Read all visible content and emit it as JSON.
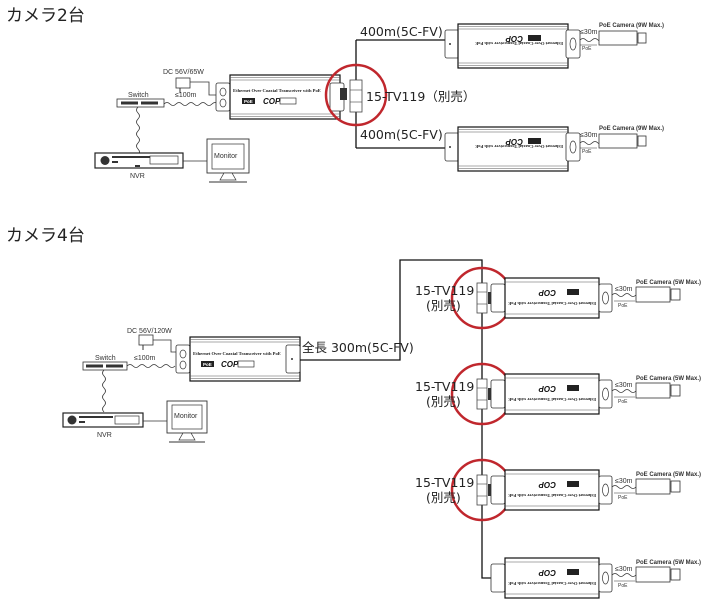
{
  "colors": {
    "highlight": "#c0272d",
    "line": "#111111"
  },
  "section1": {
    "title": "カメラ2台",
    "power": "DC 56V/65W",
    "switch": "Switch",
    "nvr": "NVR",
    "monitor": "Monitor",
    "lan_distance": "≤100m",
    "transceiver_text": "Ethernet Over Coaxial Transceiver with PoE",
    "poe_badge": "PoE",
    "brand": "COP",
    "splitter": "15-TV119（別売）",
    "branches": [
      {
        "cable": "400m(5C-FV)",
        "cam_distance": "≤30m",
        "poe": "PoE",
        "camera": "PoE Camera (9W Max.)"
      },
      {
        "cable": "400m(5C-FV)",
        "cam_distance": "≤30m",
        "poe": "PoE",
        "camera": "PoE Camera (9W Max.)"
      }
    ]
  },
  "section2": {
    "title": "カメラ4台",
    "power": "DC 56V/120W",
    "switch": "Switch",
    "nvr": "NVR",
    "monitor": "Monitor",
    "lan_distance": "≤100m",
    "transceiver_text": "Ethernet Over Coaxial Transceiver with PoE",
    "poe_badge": "PoE",
    "brand": "COP",
    "trunk": "全長 300m(5C-FV)",
    "splitter_model": "15-TV119",
    "splitter_note": "(別売)",
    "branches": [
      {
        "cam_distance": "≤30m",
        "poe": "PoE",
        "camera": "PoE Camera (5W Max.)"
      },
      {
        "cam_distance": "≤30m",
        "poe": "PoE",
        "camera": "PoE Camera (5W Max.)"
      },
      {
        "cam_distance": "≤30m",
        "poe": "PoE",
        "camera": "PoE Camera (5W Max.)"
      },
      {
        "cam_distance": "≤30m",
        "poe": "PoE",
        "camera": "PoE Camera (5W Max.)"
      }
    ]
  }
}
